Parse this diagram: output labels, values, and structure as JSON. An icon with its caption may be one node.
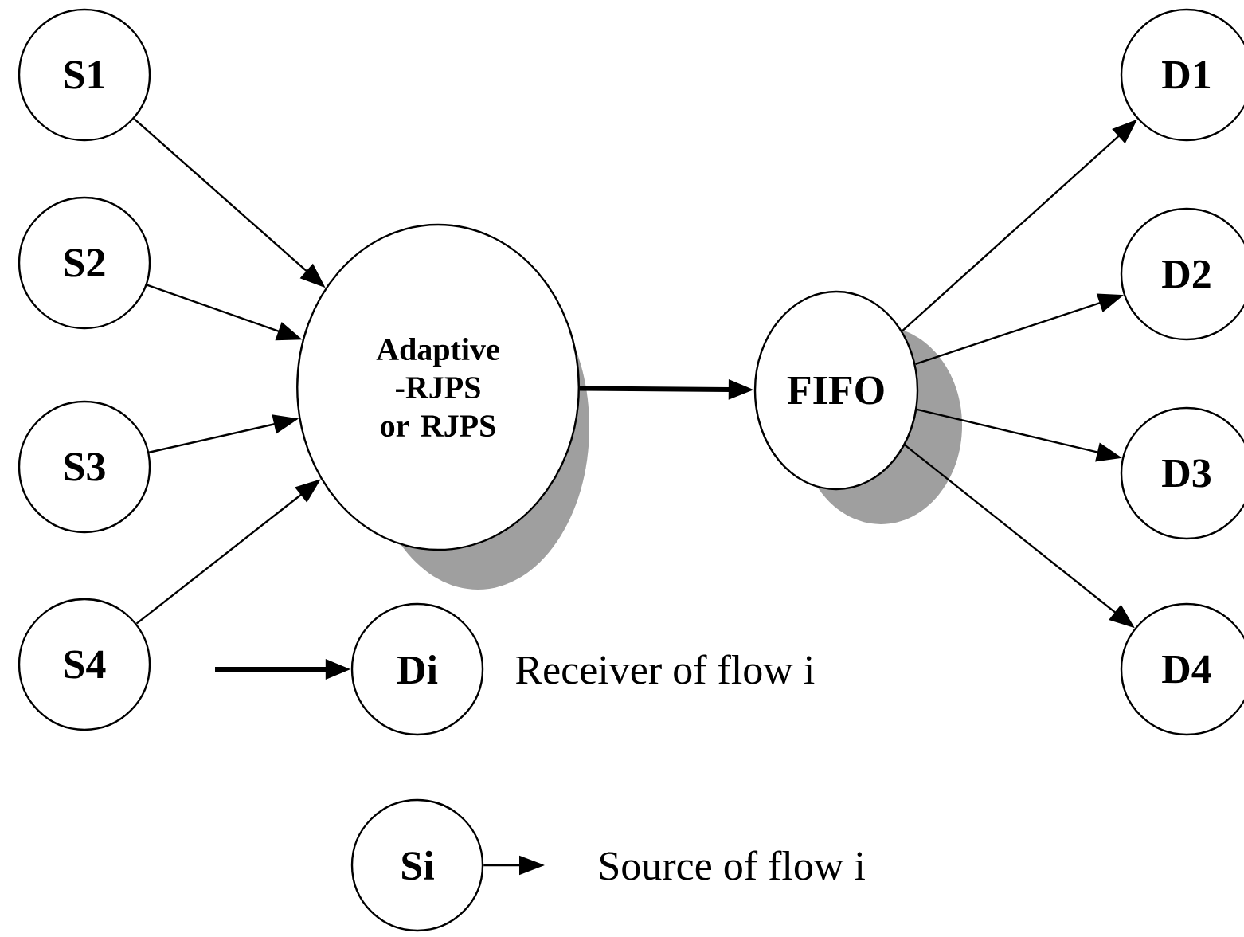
{
  "diagram": {
    "nodes": [
      {
        "text": [
          "S1"
        ]
      },
      {
        "text": [
          "S2"
        ]
      },
      {
        "text": [
          "S3"
        ]
      },
      {
        "text": [
          "S4"
        ]
      },
      {
        "text": [
          "Adaptive -RJPS or RJPS"
        ]
      },
      {
        "text": [
          "FIFO"
        ]
      },
      {
        "text": [
          "D1"
        ]
      },
      {
        "text": [
          "D2"
        ]
      },
      {
        "text": [
          "D3"
        ]
      },
      {
        "text": [
          "D4"
        ]
      },
      {
        "text": [
          "Di"
        ],
        "beside": [
          "Receiver of flow i"
        ]
      },
      {
        "text": [
          "Si"
        ],
        "beside": [
          "Source of flow i"
        ]
      }
    ],
    "edges": [
      {
        "from": 0,
        "to": 4,
        "arrow": "to"
      },
      {
        "from": 1,
        "to": 4,
        "arrow": "to"
      },
      {
        "from": 2,
        "to": 4,
        "arrow": "to"
      },
      {
        "from": 3,
        "to": 4,
        "arrow": "to"
      },
      {
        "from": 4,
        "to": 5,
        "arrow": "to",
        "style": "thick"
      },
      {
        "from": 5,
        "to": 6,
        "arrow": "to"
      },
      {
        "from": 5,
        "to": 7,
        "arrow": "to"
      },
      {
        "from": 5,
        "to": 8,
        "arrow": "to"
      },
      {
        "from": 5,
        "to": 9,
        "arrow": "to"
      },
      {
        "from": null,
        "to": 10,
        "arrow": "to",
        "style": "thick"
      },
      {
        "from": 11,
        "to": null,
        "arrow": "to"
      }
    ]
  }
}
